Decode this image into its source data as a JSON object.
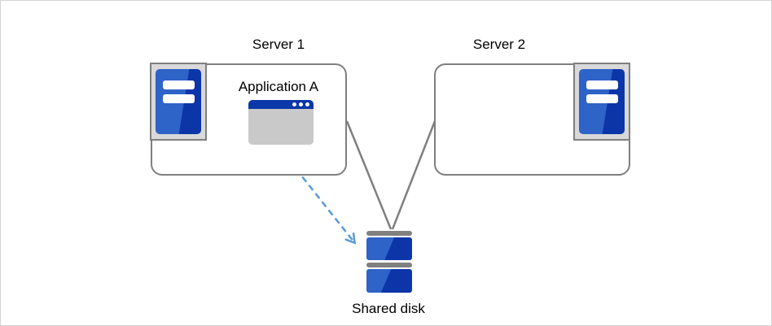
{
  "diagram": {
    "nodes": [
      {
        "id": "server1",
        "label": "Server 1",
        "type": "server"
      },
      {
        "id": "server2",
        "label": "Server 2",
        "type": "server"
      },
      {
        "id": "app_a",
        "label": "Application A",
        "type": "application",
        "parent": "server1"
      },
      {
        "id": "shared_disk",
        "label": "Shared disk",
        "type": "disk"
      }
    ],
    "edges": [
      {
        "from": "server1",
        "to": "shared_disk",
        "style": "solid-line"
      },
      {
        "from": "server2",
        "to": "shared_disk",
        "style": "solid-line"
      },
      {
        "from": "app_a",
        "to": "shared_disk",
        "style": "dashed-arrow"
      }
    ],
    "icons": [
      {
        "name": "server-icon",
        "shape": "blue tower with two white bars on gray plate"
      },
      {
        "name": "app-window-icon",
        "shape": "gray window with blue titlebar and three dots"
      },
      {
        "name": "shared-disk-icon",
        "shape": "two stacked blue disk units with gray caps"
      }
    ],
    "colors": {
      "line_gray": "#7f7f7f",
      "box_border_gray": "#7f7f7f",
      "icon_frame_gray": "#d9d9d9",
      "icon_blue_light": "#2e63c8",
      "icon_blue_dark": "#0c35a8",
      "window_title_blue": "#0b38a8",
      "window_body_gray": "#c9c9c9",
      "arrow_blue": "#5b9bd5",
      "disk_cap_gray": "#808080",
      "text": "#000000",
      "canvas_border": "#d4d4d4"
    }
  }
}
